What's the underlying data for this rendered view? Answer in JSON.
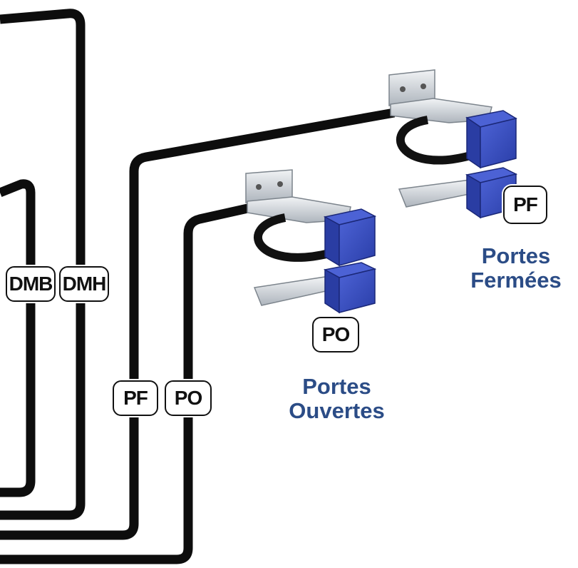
{
  "colors": {
    "wire": "#0d0d0d",
    "caption": "#2b4c86",
    "sensor_blue": "#2f44b0",
    "bracket": "#cfd4da"
  },
  "labels": {
    "dmb": "DMB",
    "dmh": "DMH",
    "pf_wire": "PF",
    "po_wire": "PO",
    "pf_sensor": "PF",
    "po_sensor": "PO"
  },
  "captions": {
    "portes_fermees": {
      "line1": "Portes",
      "line2": "Fermées"
    },
    "portes_ouvertes": {
      "line1": "Portes",
      "line2": "Ouvertes"
    }
  },
  "icons": {
    "sensor_open": "magnetic-contact-icon",
    "sensor_closed": "magnetic-contact-icon"
  }
}
